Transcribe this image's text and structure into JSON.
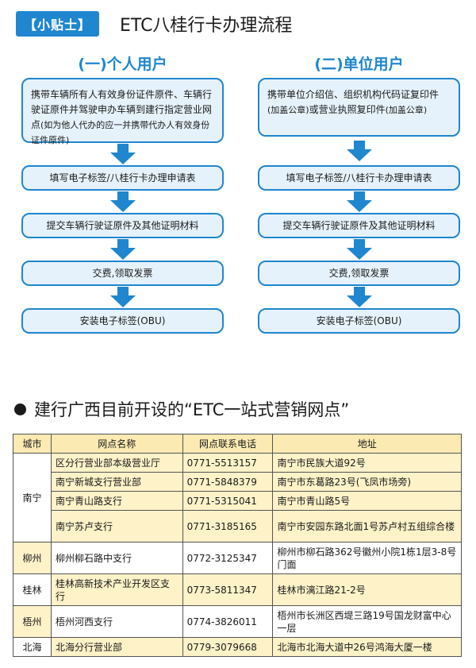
{
  "header": {
    "badge": "【小贴士】",
    "title": "ETC八桂行卡办理流程"
  },
  "personal": {
    "title": "(一)个人用户",
    "step1_main": "携带车辆所有人有效身份证件原件、车辆行驶证原件并驾驶申办车辆到建行指定营业网点",
    "step1_note": "(如为他人代办的应一并携带代办人有效身份证件原件)",
    "steps": [
      "填写电子标签/八桂行卡办理申请表",
      "提交车辆行驶证原件及其他证明材料",
      "交费,领取发票",
      "安装电子标签(OBU)"
    ]
  },
  "company": {
    "title": "(二)单位用户",
    "step1_main": "携带单位介绍信、组织机构代码证复印件",
    "step1_note1": "(加盖公章)",
    "step1_mid": "或营业执照复印件",
    "step1_note2": "(加盖公章)",
    "steps": [
      "填写电子标签/八桂行卡办理申请表",
      "提交车辆行驶证原件及其他证明材料",
      "交费,领取发票",
      "安装电子标签(OBU)"
    ]
  },
  "section": {
    "title": "建行广西目前开设的“ETC一站式营销网点”"
  },
  "table": {
    "headers": [
      "城市",
      "网点名称",
      "网点联系电话",
      "地址"
    ],
    "rows": [
      {
        "city": "南宁",
        "name": "区分行营业部本级营业厅",
        "phone": "0771-5513157",
        "address": "南宁市民族大道92号"
      },
      {
        "city": "",
        "name": "南宁新城支行营业部",
        "phone": "0771-5848379",
        "address": "南宁市东葛路23号(飞凤市场旁)"
      },
      {
        "city": "",
        "name": "南宁青山路支行",
        "phone": "0771-5315041",
        "address": "南宁市青山路5号"
      },
      {
        "city": "",
        "name": "南宁苏卢支行",
        "phone": "0771-3185165",
        "address": "南宁市安园东路北面1号苏卢村五组综合楼"
      },
      {
        "city": "柳州",
        "name": "柳州柳石路中支行",
        "phone": "0772-3125347",
        "address": "柳州市柳石路362号徽州小院1栋1层3-8号门面"
      },
      {
        "city": "桂林",
        "name": "桂林高新技术产业开发区支行",
        "phone": "0773-5811347",
        "address": "桂林市漓江路21-2号"
      },
      {
        "city": "梧州",
        "name": "梧州河西支行",
        "phone": "0774-3826011",
        "address": "梧州市长洲区西堤三路19号国龙财富中心一层"
      },
      {
        "city": "北海",
        "name": "北海分行营业部",
        "phone": "0779-3079668",
        "address": "北海市北海大道中26号鸿海大厦一楼"
      }
    ]
  },
  "colors": {
    "accent": "#1f86cf",
    "box_fill": "#e6f2fb",
    "table_header": "#fbeab2",
    "table_fill": "#fdf2c8"
  }
}
